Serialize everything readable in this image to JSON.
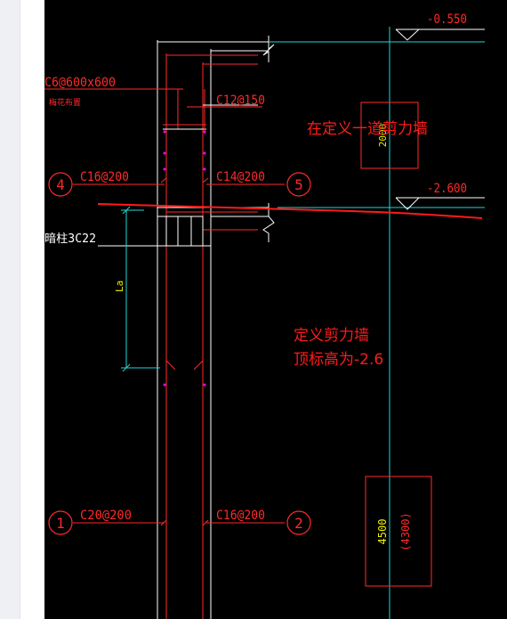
{
  "drawing": {
    "level_top": "-0.550",
    "level_mid": "-2.600",
    "spec_top_left": "C6@600x600",
    "spec_top_left_sub": "梅花布置",
    "spec_top_right": "C12@150",
    "axis_4": "4",
    "axis_5": "5",
    "axis_1": "1",
    "axis_2": "2",
    "rebar_4": "C16@200",
    "rebar_5": "C14@200",
    "rebar_1": "C20@200",
    "rebar_2": "C16@200",
    "beam_label": "暗柱3C22",
    "la_label": "La",
    "box_top_value": "2000",
    "box_bottom_value": "4500",
    "box_bottom_paren": "(4300)"
  },
  "annotations": {
    "note_1": "在定义一道剪力墙",
    "note_2_line1": "定义剪力墙",
    "note_2_line2": "顶标高为-2.6"
  },
  "colors": {
    "canvas_bg": "#000000",
    "cad_red": "#ff2a2a",
    "cad_cyan": "#21d6d6",
    "cad_white": "#ffffff",
    "cad_magenta": "#ff00ff",
    "cad_yellow": "#f0f000",
    "markup_red": "#ff1a1a"
  }
}
